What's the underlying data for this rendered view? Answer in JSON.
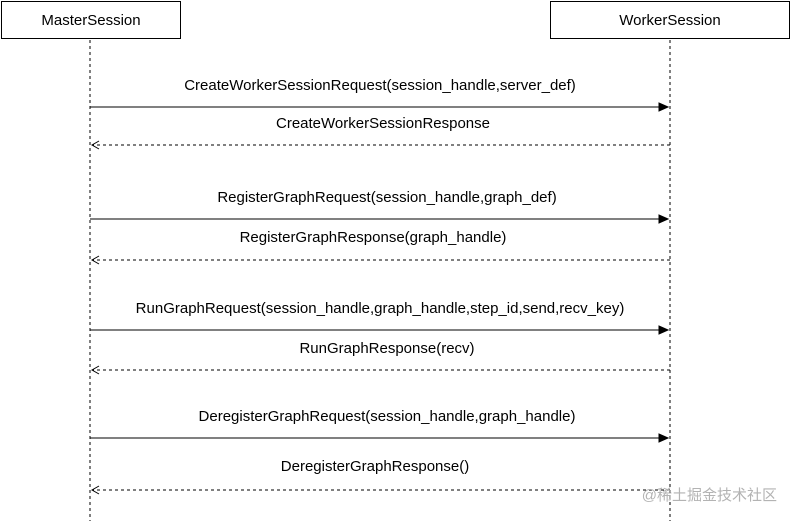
{
  "participants": {
    "master": "MasterSession",
    "worker": "WorkerSession"
  },
  "messages": [
    {
      "label": "CreateWorkerSessionRequest(session_handle,server_def)",
      "direction": "master-to-worker",
      "style": "solid"
    },
    {
      "label": "CreateWorkerSessionResponse",
      "direction": "worker-to-master",
      "style": "dashed"
    },
    {
      "label": "RegisterGraphRequest(session_handle,graph_def)",
      "direction": "master-to-worker",
      "style": "solid"
    },
    {
      "label": "RegisterGraphResponse(graph_handle)",
      "direction": "worker-to-master",
      "style": "dashed"
    },
    {
      "label": "RunGraphRequest(session_handle,graph_handle,step_id,send,recv_key)",
      "direction": "master-to-worker",
      "style": "solid"
    },
    {
      "label": "RunGraphResponse(recv)",
      "direction": "worker-to-master",
      "style": "dashed"
    },
    {
      "label": "DeregisterGraphRequest(session_handle,graph_handle)",
      "direction": "master-to-worker",
      "style": "solid"
    },
    {
      "label": "DeregisterGraphResponse()",
      "direction": "worker-to-master",
      "style": "dashed"
    }
  ],
  "watermark": "@稀土掘金技术社区"
}
